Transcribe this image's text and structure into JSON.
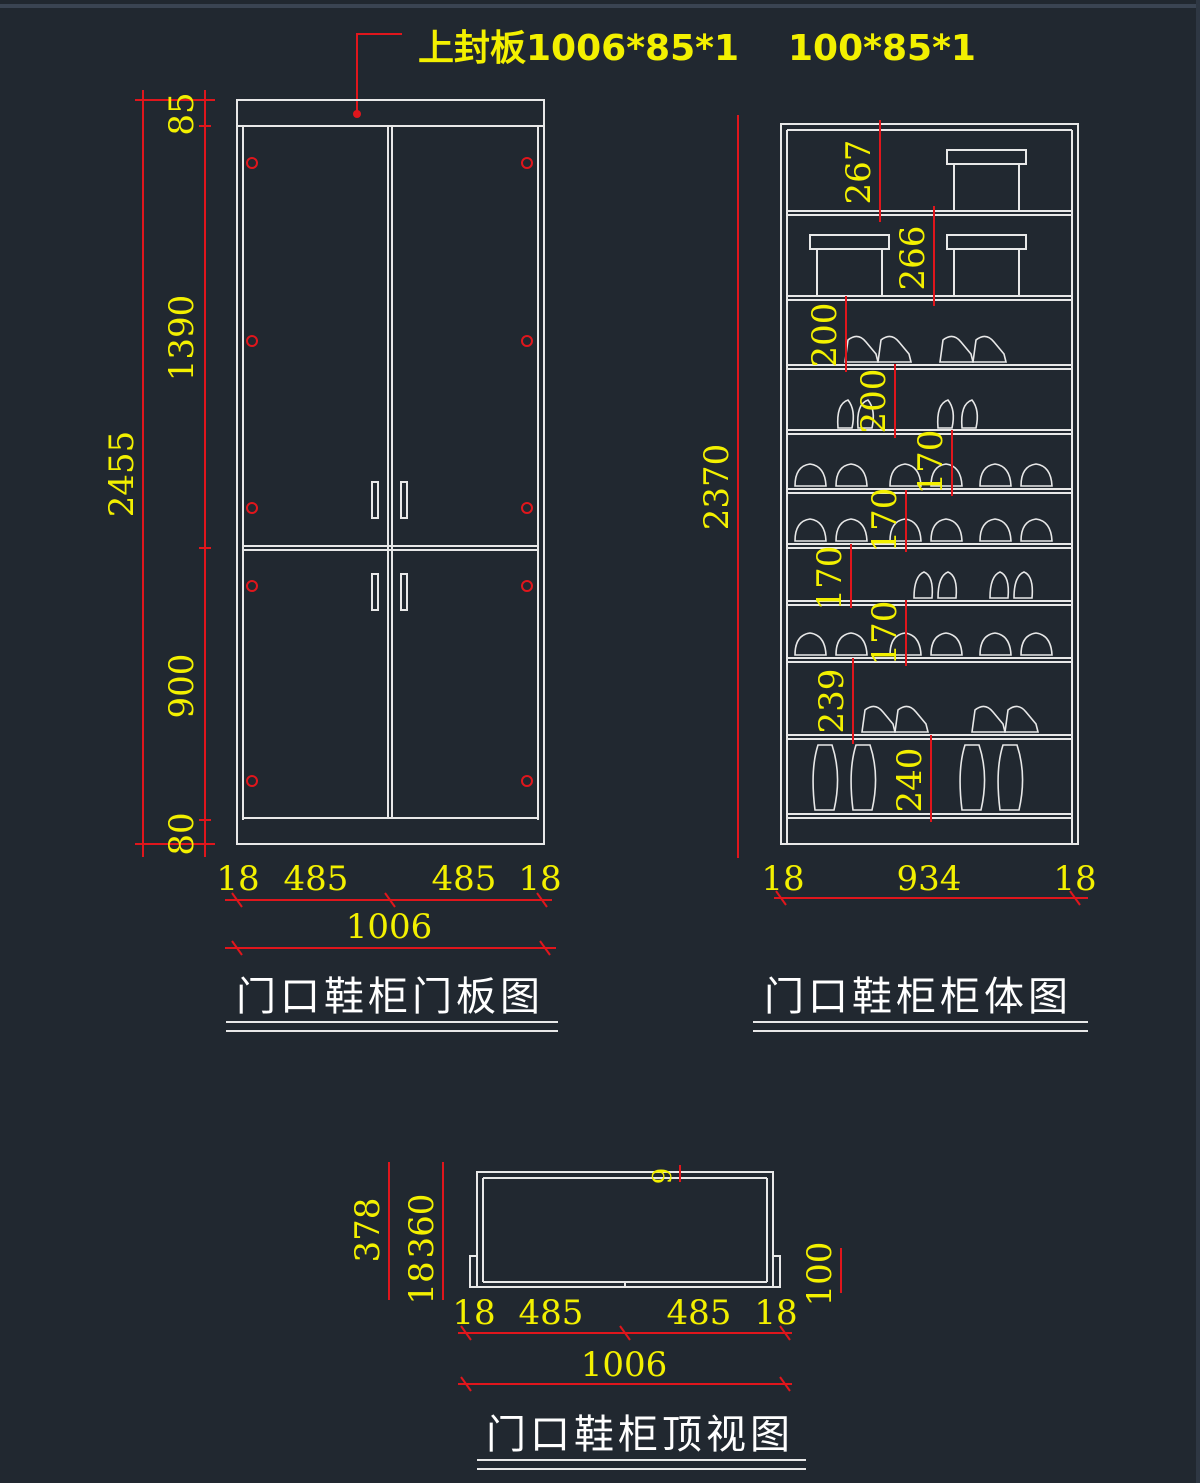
{
  "note": {
    "label": "上封板1006*85*1",
    "label2": "100*85*1"
  },
  "front_view": {
    "title": "门口鞋柜门板图",
    "height_total": "2455",
    "height_parts": [
      "85",
      "1390",
      "900",
      "80"
    ],
    "width_parts": [
      "18",
      "485",
      "485",
      "18"
    ],
    "width_total": "1006"
  },
  "body_view": {
    "title": "门口鞋柜柜体图",
    "height_total": "2370",
    "shelf_dims": [
      "267",
      "266",
      "200",
      "200",
      "170",
      "170",
      "170",
      "170",
      "239",
      "240"
    ],
    "width_parts": [
      "18",
      "934",
      "18"
    ]
  },
  "top_view": {
    "title": "门口鞋柜顶视图",
    "depth_outer": "378",
    "depth_inner": "360",
    "depth_back": "18",
    "depth_top": "9",
    "side_depth": "100",
    "width_parts": [
      "18",
      "485",
      "485",
      "18"
    ],
    "width_total": "1006"
  },
  "colors": {
    "background": "#212830",
    "lines": "#e8e8e8",
    "dims": "#e0161c",
    "text": "#f3f000",
    "title": "#ffffff"
  }
}
